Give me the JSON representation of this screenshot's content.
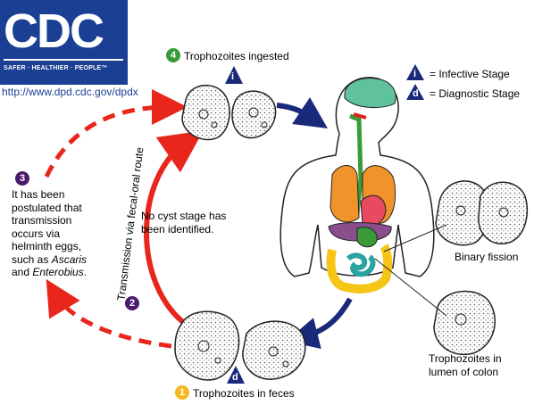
{
  "logo": {
    "text": "CDC",
    "tagline": "SAFER · HEALTHIER · PEOPLE™"
  },
  "url": "http://www.dpd.cdc.gov/dpdx",
  "legend": {
    "infective": {
      "symbol": "i",
      "label": "= Infective Stage"
    },
    "diagnostic": {
      "symbol": "d",
      "label": "= Diagnostic Stage"
    }
  },
  "steps": {
    "s1": {
      "num": "1",
      "label": "Trophozoites in feces"
    },
    "s2": {
      "num": "2",
      "label": "Transmission via fecal-oral route"
    },
    "s3": {
      "num": "3",
      "lines": [
        "It has been",
        "postulated that",
        "transmission",
        "occurs via",
        "helminth eggs,"
      ],
      "italic1": "Ascaris",
      "pre1": "such as ",
      "pre2": "and ",
      "italic2": "Enterobius",
      "post2": "."
    },
    "s4": {
      "num": "4",
      "label": "Trophozoites ingested"
    }
  },
  "notes": {
    "no_cyst": [
      "No cyst stage has",
      "been identified."
    ],
    "binary_fission": "Binary fission",
    "lumen": [
      "Trophozoites in",
      "lumen of colon"
    ]
  },
  "colors": {
    "cdc_blue": "#1b3f93",
    "arrow_red": "#e8261c",
    "arrow_navy": "#1a2a7a",
    "step1": "#f5b820",
    "step2": "#4a1a6e",
    "step3": "#4a1a6e",
    "step4": "#3a9a3a"
  }
}
